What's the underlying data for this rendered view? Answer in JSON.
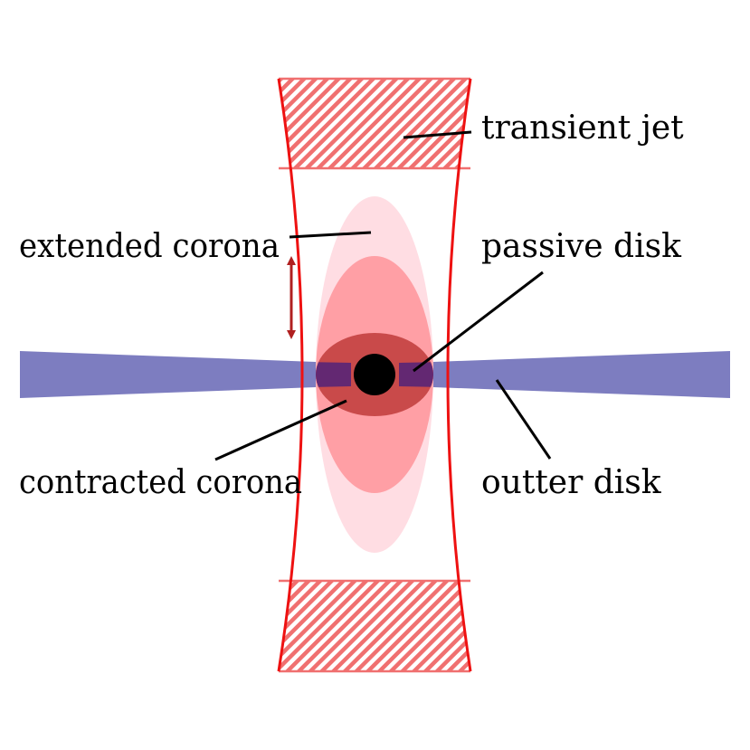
{
  "labels": {
    "transient_jet": "transient jet",
    "extended_corona": "extended corona",
    "passive_disk": "passive disk",
    "contracted_corona": "contracted corona",
    "outer_disk": "outter disk"
  },
  "colors": {
    "jet_outline": "#ee1111",
    "jet_hatch": "#f07070",
    "extended_corona": "#ffdde3",
    "mid_corona": "#ff9fa5",
    "contracted_corona": "#c94a4a",
    "disk": "#7d7dc0",
    "passive_disk": "#632872",
    "black_hole": "#000000",
    "arrow": "#b02020",
    "leader": "#000000"
  }
}
